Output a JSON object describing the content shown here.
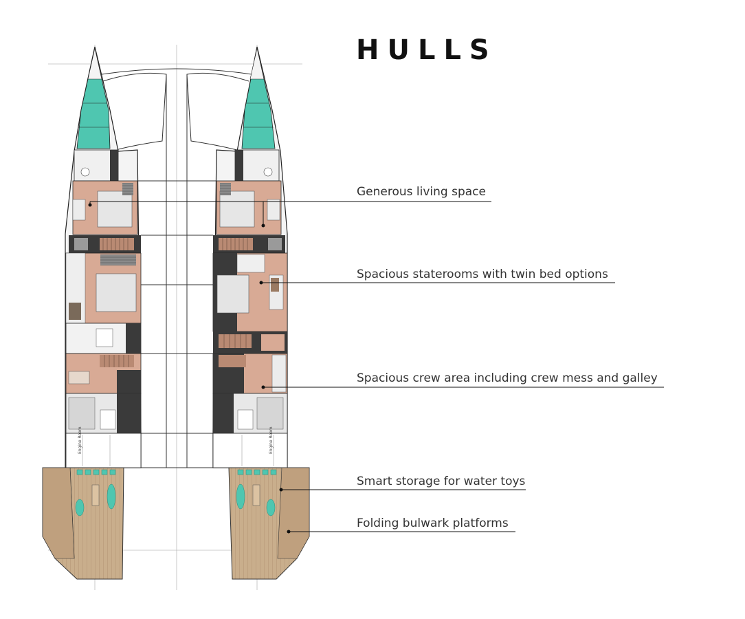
{
  "title": "HULLS",
  "callouts": [
    "Generous living space",
    "Spacious staterooms with twin bed options",
    "Spacious crew area including crew mess and galley",
    "Smart storage for water toys",
    "Folding bulwark platforms"
  ],
  "room_labels": {
    "engine_room": "Engine Room"
  },
  "colors": {
    "teal": "#4fc6b0",
    "cabin": "#d8aa95",
    "dark": "#3a3a3a",
    "deck": "#c9ae8c",
    "line": "#222222"
  }
}
